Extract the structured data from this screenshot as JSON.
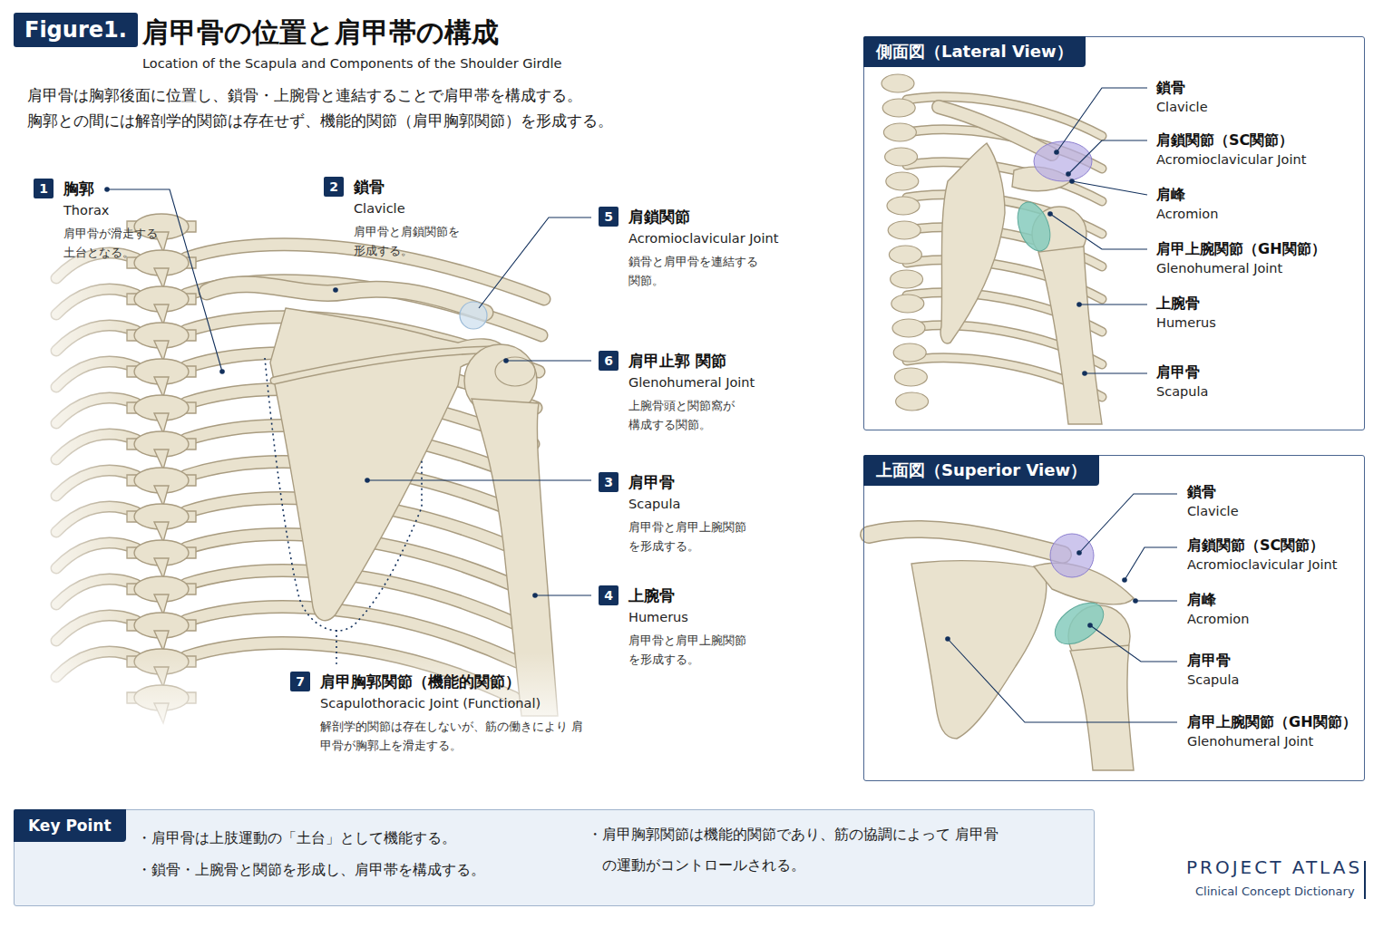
{
  "diagram": {
    "title": "肩甲骨の位置と肩甲帯の構成",
    "caption": "Location of the Scapula and Components of the Shoulder Girdle",
    "nodes": [
      {
        "text": [
          "Figure1."
        ]
      },
      {
        "text": [
          "1",
          "胸郭",
          "Thorax",
          "肩甲骨が滑走する 土台となる。"
        ]
      },
      {
        "text": [
          "2",
          "鎖骨",
          "Clavicle",
          "肩甲骨と肩鎖関節を 形成する。"
        ]
      },
      {
        "text": [
          "5",
          "肩鎖関節",
          "Acromioclavicular Joint",
          "鎖骨と肩甲骨を連結する 関節。"
        ]
      },
      {
        "text": [
          "6",
          "肩甲止郭 関節",
          "Glenohumeral Joint",
          "上腕骨頭と関節窩が 構成する関節。"
        ]
      },
      {
        "text": [
          "3",
          "肩甲骨",
          "Scapula",
          "肩甲骨と肩甲上腕関節 を形成する。"
        ]
      },
      {
        "text": [
          "4",
          "上腕骨",
          "Humerus",
          "肩甲骨と肩甲上腕関節 を形成する。"
        ]
      },
      {
        "text": [
          "7",
          "肩甲胸郭関節（機能的関節）",
          "Scapulothoracic Joint (Functional)",
          "解剖学的関節は存在しないが、筋の働きにより 肩甲骨が胸郭上を滑走する。"
        ]
      },
      {
        "text": [
          "鎖骨",
          "Clavicle",
          "肩鎖関節（SC関節）",
          "Acromioclavicular Joint",
          "肩峰",
          "Acromion",
          "肩甲上腕関節（GH関節）",
          "Glenohumeral Joint",
          "上腕骨",
          "Humerus",
          "肩甲骨",
          "Scapula"
        ]
      },
      {
        "text": [
          "側面図（Lateral View）"
        ],
        "in": 8
      },
      {
        "text": [
          "鎖骨",
          "Clavicle",
          "肩鎖関節（SC関節）",
          "Acromioclavicular Joint",
          "肩峰",
          "Acromion",
          "肩甲骨",
          "Scapula",
          "肩甲上腕関節（GH関節）",
          "Glenohumeral Joint"
        ]
      },
      {
        "text": [
          "上面図（Superior View）"
        ],
        "in": 10
      },
      {
        "text": [
          "・肩甲骨は上肢運動の「土台」として機能する。",
          "・鎖骨・上腕骨と関節を形成し、肩甲帯を構成する。",
          "・肩甲胸郭関節は機能的関節であり、筋の協調によって 肩甲骨の運動がコントロールされる。"
        ]
      },
      {
        "text": [
          "Key Point"
        ],
        "in": 12
      }
    ],
    "labels": [
      "肩甲骨は胸郭後面に位置し、鎖骨・上腕骨と連結することで肩甲帯を構成する。",
      "胸郭との間には解剖学的関節は存在せず、機能的関節（肩甲胸郭関節）を形成する。",
      "PROJECT ATLAS",
      "Clinical Concept Dictionary"
    ]
  }
}
